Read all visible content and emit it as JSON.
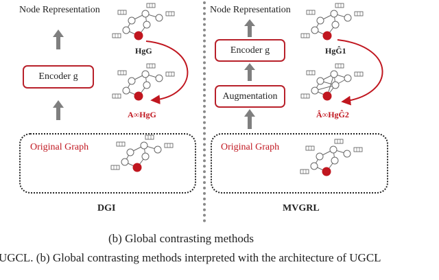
{
  "dgi": {
    "top_label": "Node Representation",
    "encoder_label": "Encoder g",
    "graph_label": "Original Graph",
    "formula_top": "HgG",
    "formula_bottom": "A∞HgG",
    "panel_label": "DGI"
  },
  "mvgrl": {
    "top_label": "Node Representation",
    "encoder_label": "Encoder g",
    "augmentation_label": "Augmentation",
    "graph_label": "Original Graph",
    "formula_top": "HgĜ1",
    "formula_bottom": "Â∞HgĜ2",
    "panel_label": "MVGRL"
  },
  "subcaption": "(b)  Global contrasting methods",
  "caption_line": "UGCL. (b) Global contrasting methods interpreted with the architecture of UGCL",
  "colors": {
    "accent": "#c0161f",
    "node_red": "#c0161f",
    "arrow_gray": "#7f7f7f"
  }
}
